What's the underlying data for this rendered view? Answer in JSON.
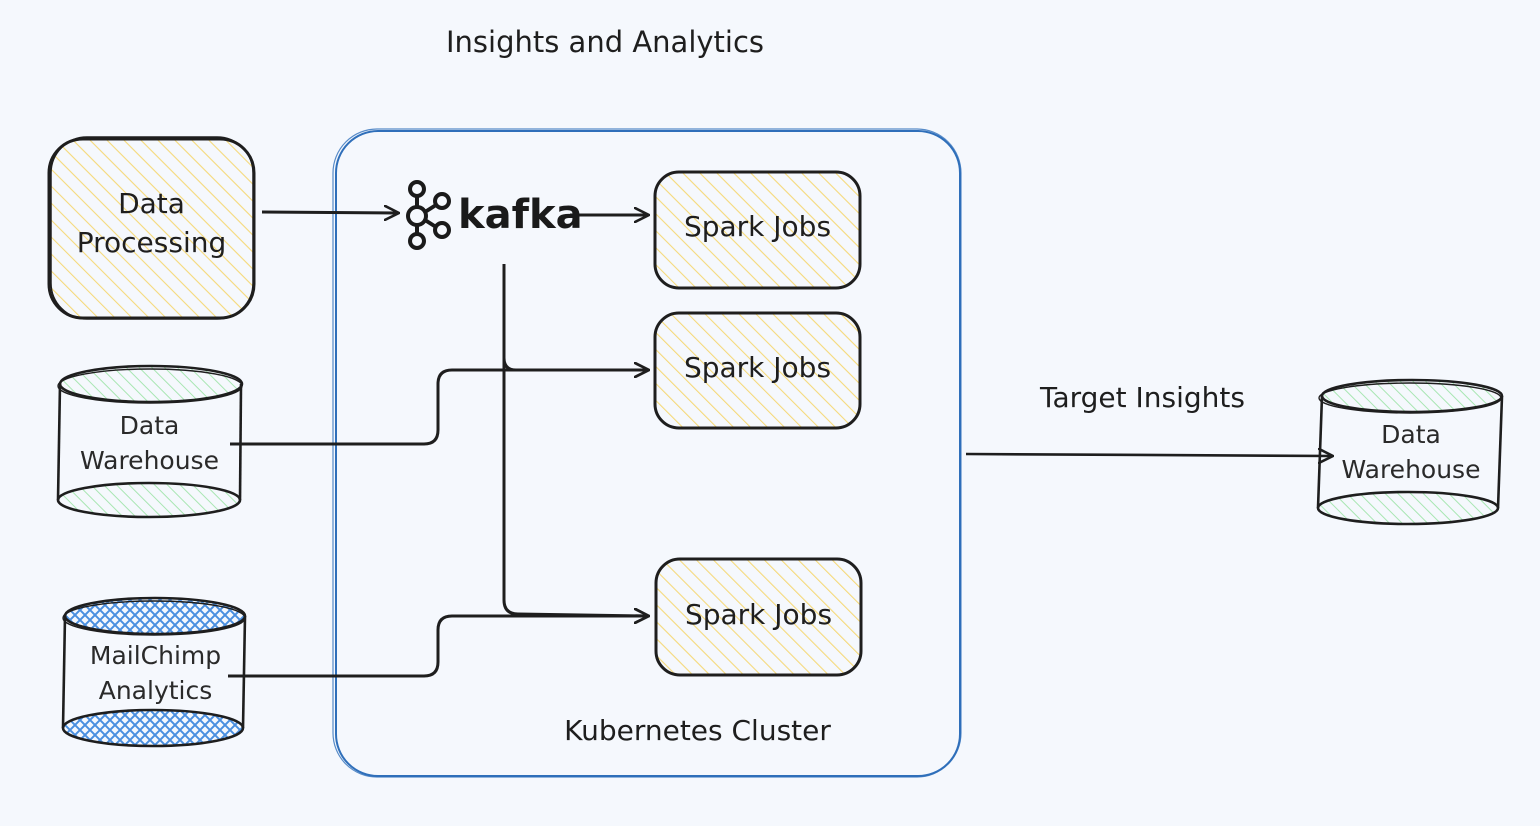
{
  "title": "Insights and Analytics",
  "cluster_label": "Kubernetes Cluster",
  "kafka": {
    "label": "kafka",
    "icon": "kafka-logo-icon"
  },
  "sources": {
    "data_processing": {
      "line1": "Data",
      "line2": "Processing"
    },
    "data_warehouse": {
      "line1": "Data",
      "line2": "Warehouse"
    },
    "mailchimp": {
      "line1": "MailChimp",
      "line2": "Analytics"
    }
  },
  "spark_jobs": [
    {
      "label": "Spark Jobs"
    },
    {
      "label": "Spark Jobs"
    },
    {
      "label": "Spark Jobs"
    }
  ],
  "target": {
    "edge_label": "Target Insights",
    "line1": "Data",
    "line2": "Warehouse"
  },
  "colors": {
    "stroke": "#1e1e1e",
    "cluster_border": "#2f6fba",
    "yellow_fill": "#ffec99",
    "green_fill": "#b2f2bb",
    "blue_fill": "#4a8fe0",
    "background": "#f5f8fd"
  }
}
